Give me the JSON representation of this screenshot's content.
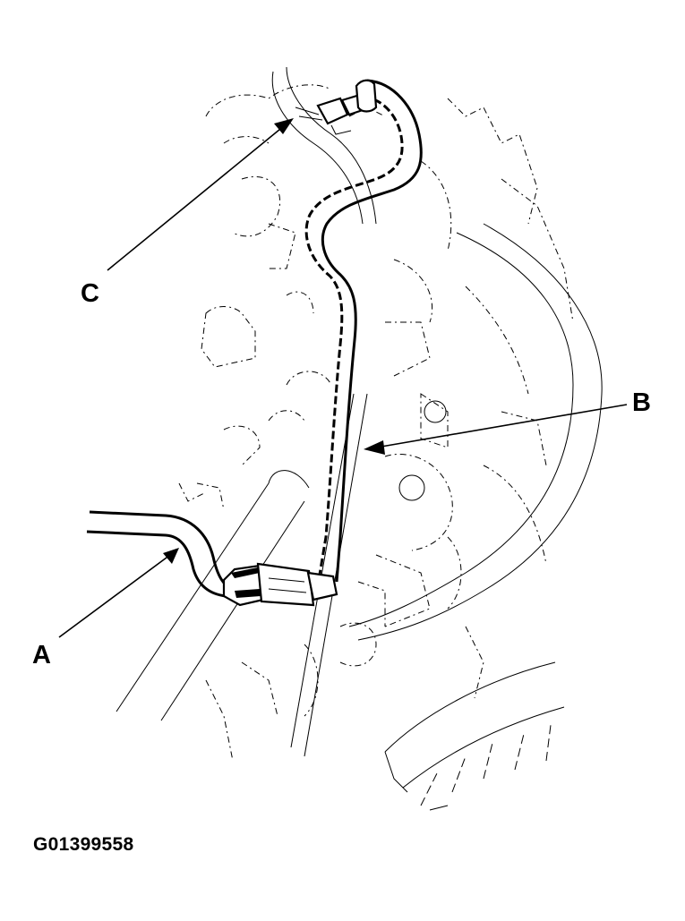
{
  "callouts": {
    "a": "A",
    "b": "B",
    "c": "C"
  },
  "figure_id": "G01399558",
  "colors": {
    "background": "#ffffff",
    "ink": "#000000"
  }
}
